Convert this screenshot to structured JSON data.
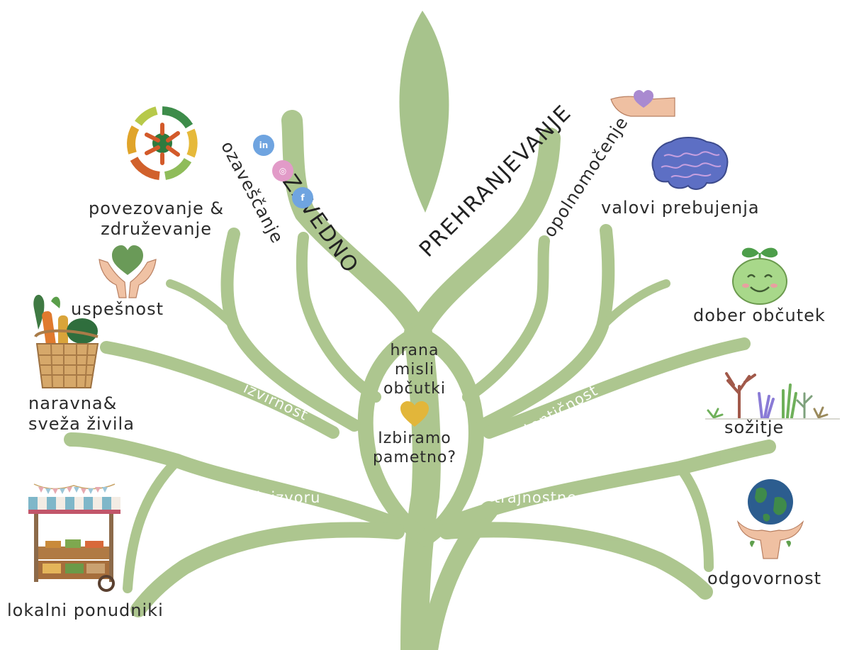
{
  "title": {
    "left": "ZAVEDNO",
    "right": "PREHRANJEVANJE"
  },
  "center": {
    "line1": "hrana",
    "line2": "misli",
    "line3": "občutki",
    "line4": "Izbiramo",
    "line5": "pametno?"
  },
  "branches": {
    "izvirnost": "izvirnost",
    "nazaj_k_izvoru": "nazaj k izvoru",
    "avtenticnost": "avtentičnost",
    "trajnostne": "trajnostne odločitve"
  },
  "left_labels": {
    "povezovanje_1": "povezovanje &",
    "povezovanje_2": "združevanje",
    "ozavescanje": "ozaveščanje",
    "uspesnost": "uspešnost",
    "zivila_1": "naravna&",
    "zivila_2": "sveža živila",
    "ponudniki": "lokalni ponudniki"
  },
  "right_labels": {
    "opolnomocenje": "opolnomočenje",
    "valovi": "valovi prebujenja",
    "dober": "dober občutek",
    "sozitje": "sožitje",
    "odgovornost": "odgovornost"
  },
  "social_icons": {
    "linkedin": "in",
    "instagram": "◎",
    "facebook": "f"
  },
  "colors": {
    "tree": "#a9c48a",
    "tree_dark": "#8fb072",
    "heart_green": "#6a9a58",
    "heart_gold": "#e2b63a",
    "social_blue": "#6fa4e0",
    "social_pink": "#e29bc8"
  }
}
